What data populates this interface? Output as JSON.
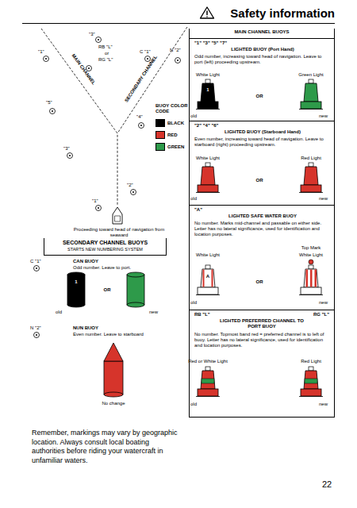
{
  "diagram": {
    "title": "Safety information",
    "nodes": [
      {
        "text": [
          "MAIN CHANNEL BUOYS"
        ]
      },
      {
        "text": [
          "\"1\" \"3\" \"5\" \"7\"",
          "LIGHTED BUOY (Port Hand)",
          "Odd number, increasing toward head of navigation. Leave to port (left) proceeding upstream."
        ],
        "in": 0
      },
      {
        "text": [
          "\"2\" \"4\" \"6\"",
          "LIGHTED BUOY (Starboard Hand)",
          "Even number, increasing toward head of navigation. Leave to starboard (right) proceeding upstream."
        ],
        "in": 0
      },
      {
        "text": [
          "\"A\"",
          "LIGHTED SAFE WATER BUOY",
          "No number. Marks mid-channel and passable on either side. Letter has no lateral significance, used for identification and location purposes."
        ],
        "in": 0
      },
      {
        "text": [
          "RB \"L\"",
          "RG \"L\"",
          "LIGHTED PREFERRED CHANNEL TO PORT BUOY",
          "No number. Topmost band red = preferred channel is to left of buoy. Letter has no lateral significance, used for identification and location purposes."
        ],
        "in": 0
      },
      {
        "text": [
          "SECONDARY CHANNEL BUOYS",
          "STARTS NEW NUMBERING SYSTEM"
        ]
      }
    ],
    "labels": [
      "MAIN CHANNEL",
      "SECONDARY CHANNEL",
      "\"1\"",
      "\"3\"",
      "RB \"L\"",
      "or",
      "RG \"L\"",
      "C \"1\"",
      "N \"2\"",
      "\"5\"",
      "\"4\"",
      "BUOY COLOR CODE",
      "\"3\"",
      "\"2\"",
      "\"1\"",
      "Proceeding toward head of navigation from seaward",
      "C \"1\"",
      "CAN BUOY",
      "Odd number. Leave to port.",
      "1",
      "OR",
      "old",
      "new",
      "N \"2\"",
      "NUN BUOY",
      "Even number. Leave to starboard",
      "No change",
      "White Light",
      "Green Light",
      "1",
      "OR",
      "old",
      "new",
      "White Light",
      "Red Light",
      "OR",
      "old",
      "new",
      "White Light",
      "Top Mark",
      "White Light",
      "A",
      "OR",
      "old",
      "new",
      "Red or White Light",
      "Red Light",
      "old",
      "new",
      "Remember, markings may vary by geographic location. Always consult local boating authorities before riding your watercraft in unfamiliar waters.",
      "22"
    ],
    "legend": [
      {
        "text": "BLACK",
        "color": "#000000"
      },
      {
        "text": "RED",
        "color": "#d6342b"
      },
      {
        "text": "GREEN",
        "color": "#2e9a4a"
      }
    ]
  }
}
